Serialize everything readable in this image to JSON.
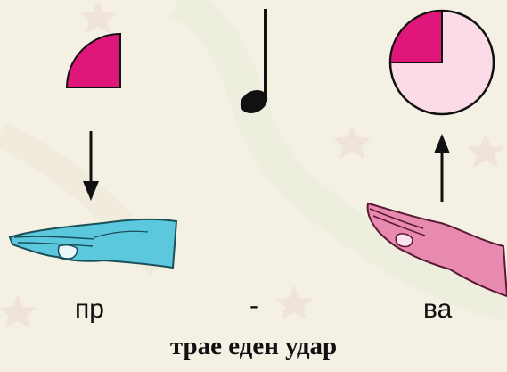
{
  "syllables": {
    "first": "пр",
    "dash": "-",
    "second": "ва"
  },
  "caption": "трае еден удар",
  "colors": {
    "background": "#f4f1e4",
    "magenta": "#e0177a",
    "pale_pink": "#fbdbe8",
    "cyan_hand": "#5cc8dd",
    "pink_hand": "#e889b0",
    "ink": "#111111"
  },
  "icons": {
    "left_shape": "quarter-circle",
    "note": "quarter-note",
    "right_shape": "pie-quarter-filled",
    "left_arrow": "arrow-down",
    "right_arrow": "arrow-up",
    "left_hand": "hand-palm-down",
    "right_hand": "hand-palm-up"
  }
}
